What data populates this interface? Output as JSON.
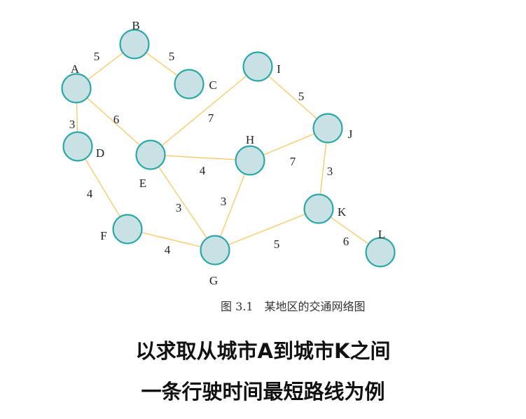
{
  "colors": {
    "node_fill": "#c8e1e4",
    "node_stroke": "#2aa7a6",
    "edge": "#f9c760",
    "text": "#222222"
  },
  "graph": {
    "nodes": [
      "A",
      "B",
      "C",
      "D",
      "E",
      "F",
      "G",
      "H",
      "I",
      "J",
      "K",
      "L"
    ],
    "edges": [
      {
        "from": "A",
        "to": "B",
        "weight": "5"
      },
      {
        "from": "B",
        "to": "C",
        "weight": "5"
      },
      {
        "from": "A",
        "to": "D",
        "weight": "3"
      },
      {
        "from": "A",
        "to": "E",
        "weight": "6"
      },
      {
        "from": "E",
        "to": "I",
        "weight": "7"
      },
      {
        "from": "I",
        "to": "J",
        "weight": "5"
      },
      {
        "from": "E",
        "to": "H",
        "weight": "4"
      },
      {
        "from": "H",
        "to": "J",
        "weight": "7"
      },
      {
        "from": "D",
        "to": "F",
        "weight": "4"
      },
      {
        "from": "E",
        "to": "G",
        "weight": "3"
      },
      {
        "from": "H",
        "to": "G",
        "weight": "3"
      },
      {
        "from": "F",
        "to": "G",
        "weight": "4"
      },
      {
        "from": "G",
        "to": "K",
        "weight": "5"
      },
      {
        "from": "J",
        "to": "K",
        "weight": "3"
      },
      {
        "from": "K",
        "to": "L",
        "weight": "6"
      }
    ]
  },
  "caption": "图 3.1　某地区的交通网络图",
  "headline": {
    "line1": "以求取从城市A到城市K之间",
    "line2": "一条行驶时间最短路线为例"
  }
}
